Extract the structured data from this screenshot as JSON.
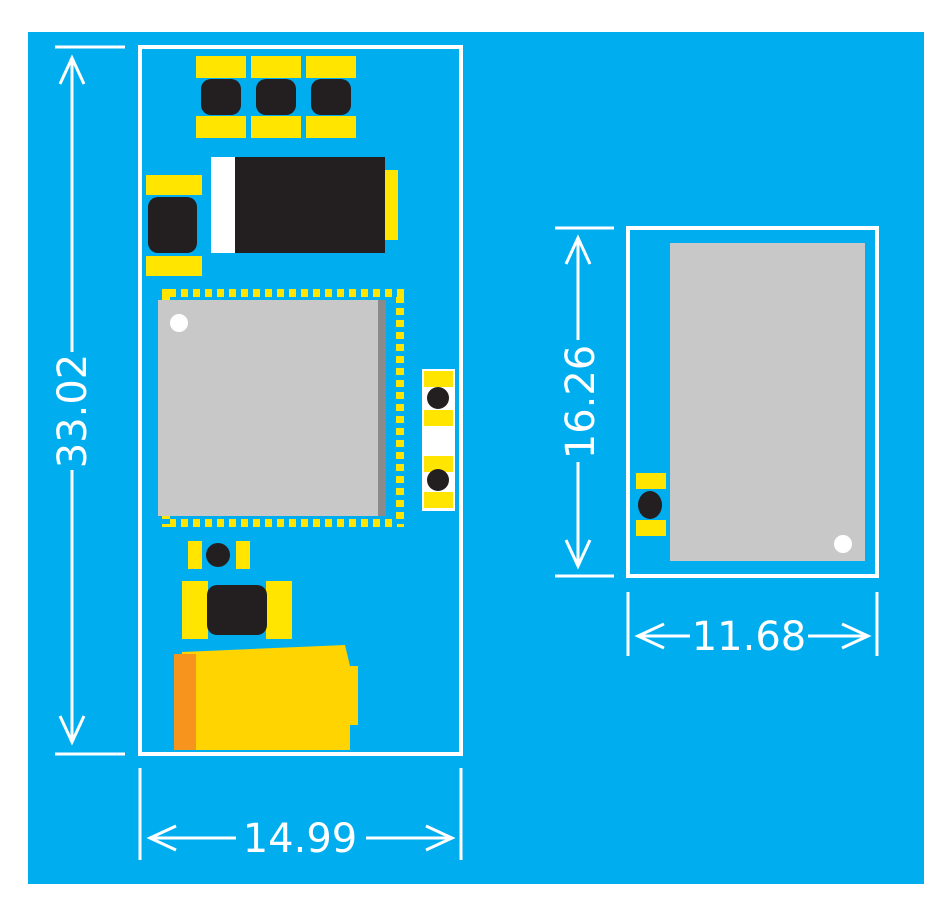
{
  "colors": {
    "background": "#00aeef",
    "outline": "#ffffff",
    "pad": "#ffe500",
    "component": "#231f20",
    "module_shield": "#c8c8c8",
    "tantalum_body": "#ffd400",
    "tantalum_band": "#f7941d"
  },
  "left_board": {
    "height_label": "33.02",
    "width_label": "14.99"
  },
  "right_board": {
    "height_label": "16.26",
    "width_label": "11.68"
  },
  "icons": {
    "dimension_arrow": "double-headed-arrow"
  }
}
